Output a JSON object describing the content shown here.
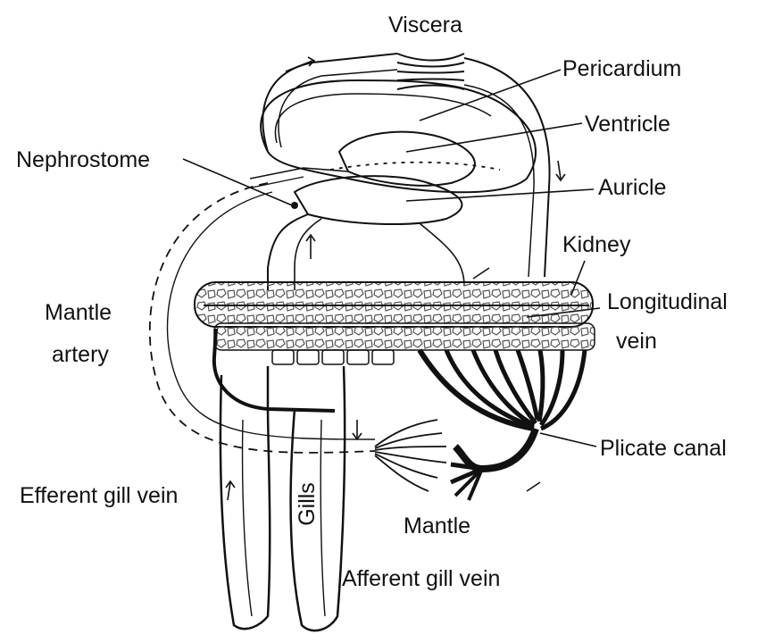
{
  "labels": {
    "viscera": "Viscera",
    "pericardium": "Pericardium",
    "ventricle": "Ventricle",
    "nephrostome": "Nephrostome",
    "auricle": "Auricle",
    "kidney": "Kidney",
    "mantle_line1": "Mantle",
    "mantle_line2": "artery",
    "longitudinal_line1": "Longitudinal",
    "longitudinal_line2": "vein",
    "plicate_canal": "Plicate canal",
    "efferent_gill_vein": "Efferent gill vein",
    "gills": "Gills",
    "mantle": "Mantle",
    "afferent_gill_vein": "Afferent gill vein"
  },
  "colors": {
    "ink": "#111111",
    "paper": "#ffffff",
    "texture": "#555555"
  }
}
